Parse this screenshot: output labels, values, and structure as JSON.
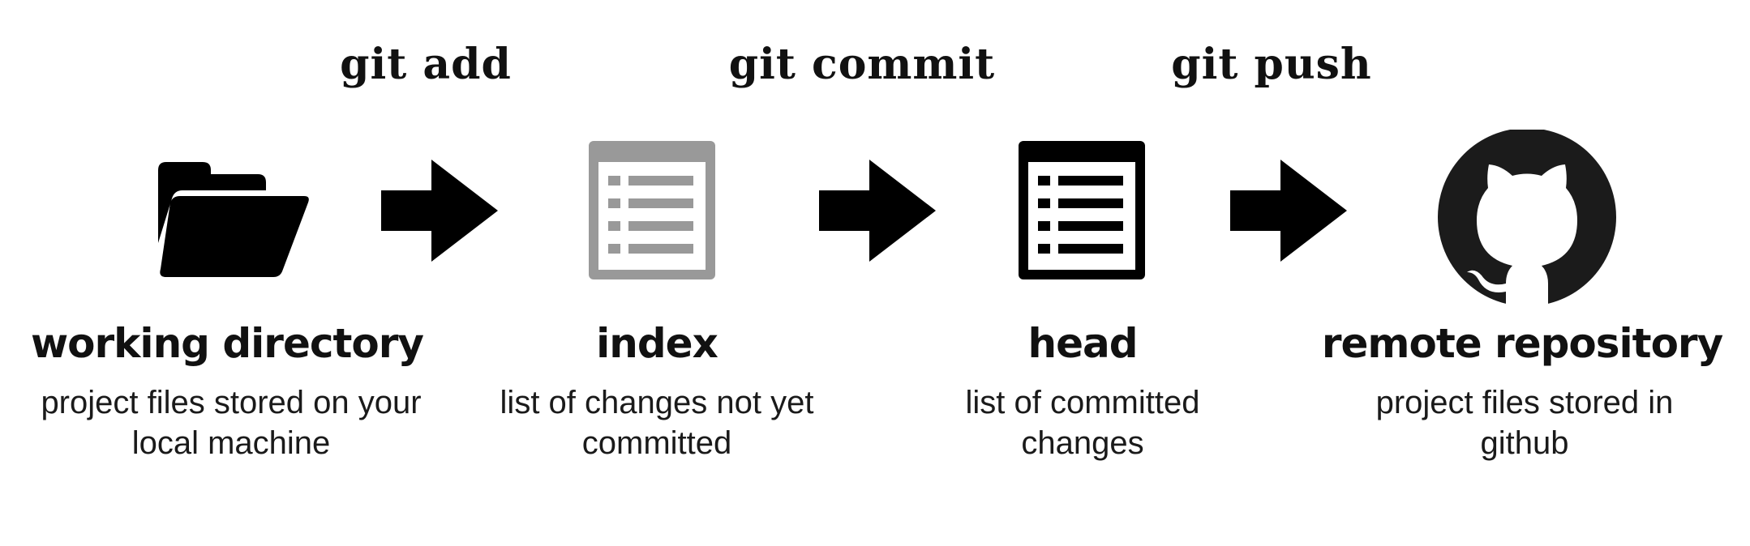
{
  "colors": {
    "ink": "#000000",
    "index_gray": "#999999",
    "octocat_bg": "#1b1b1b"
  },
  "commands": [
    {
      "label": "git add"
    },
    {
      "label": "git commit"
    },
    {
      "label": "git push"
    }
  ],
  "stages": [
    {
      "title": "working directory",
      "description": "project files stored on your local machine",
      "icon": "folder-icon"
    },
    {
      "title": "index",
      "description": "list of changes not yet committed",
      "icon": "list-document-icon"
    },
    {
      "title": "head",
      "description": "list of committed changes",
      "icon": "list-document-icon"
    },
    {
      "title": "remote repository",
      "description": "project files stored in github",
      "icon": "github-octocat-icon"
    }
  ]
}
